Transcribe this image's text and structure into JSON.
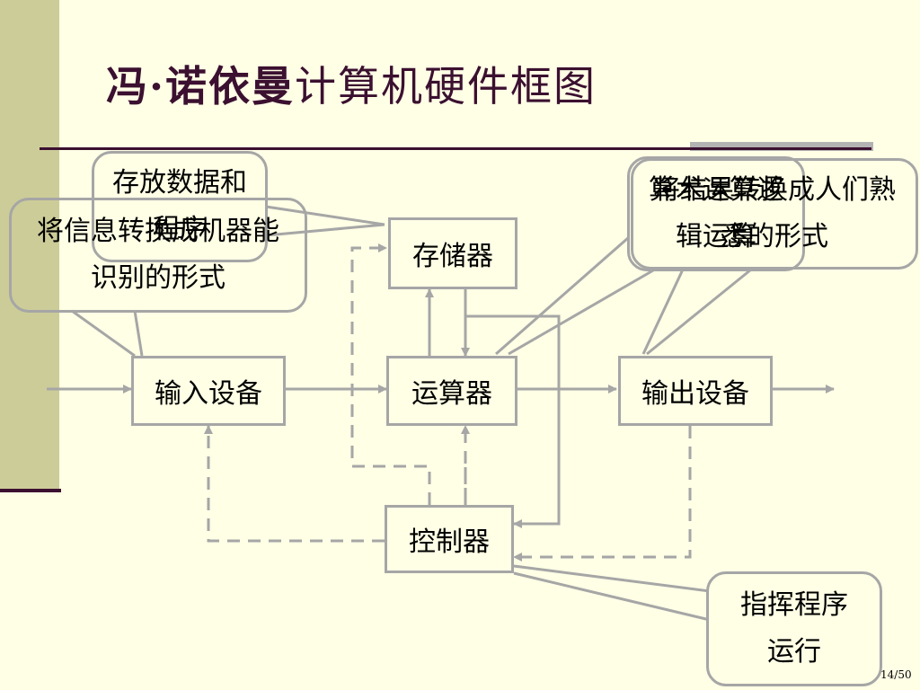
{
  "title": {
    "bold_part": "冯·诺依曼",
    "normal_part": "计算机硬件框图"
  },
  "boxes": {
    "memory": "存储器",
    "input": "输入设备",
    "alu": "运算器",
    "output": "输出设备",
    "control": "控制器"
  },
  "callouts": {
    "store": "存放数据和程序",
    "input_conv": "将信息转换成机器能识别的形式",
    "compute": "算术运算逻辑运算",
    "output_conv": "将结果转换成人们熟悉的形式",
    "direct": "指挥程序运行"
  },
  "page_number": "14/50",
  "colors": {
    "background": "#FFFFE6",
    "stripe": "#CCCC99",
    "accent_dark": "#3B1030",
    "line_gray": "#A6A6A6"
  }
}
